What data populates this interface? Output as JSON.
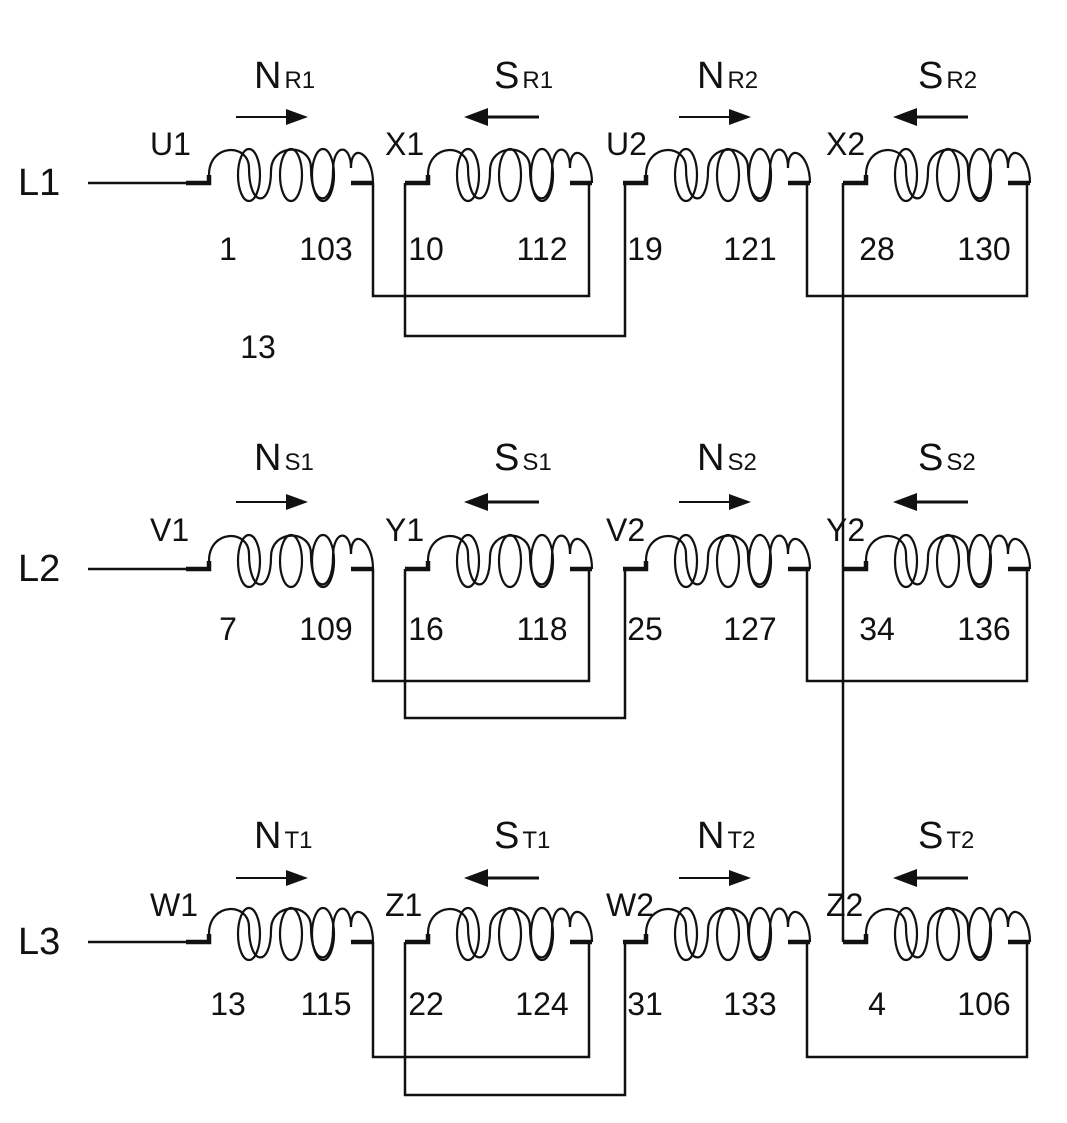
{
  "lines": [
    {
      "name": "L1"
    },
    {
      "name": "L2"
    },
    {
      "name": "L3"
    }
  ],
  "rows": [
    {
      "coils": [
        {
          "terminal": "U1",
          "pole": "N",
          "sub": "R1",
          "dir": "right",
          "start": "1",
          "end": "103"
        },
        {
          "terminal": "X1",
          "pole": "S",
          "sub": "R1",
          "dir": "left",
          "start": "10",
          "end": "112"
        },
        {
          "terminal": "U2",
          "pole": "N",
          "sub": "R2",
          "dir": "right",
          "start": "19",
          "end": "121"
        },
        {
          "terminal": "X2",
          "pole": "S",
          "sub": "R2",
          "dir": "left",
          "start": "28",
          "end": "130"
        }
      ]
    },
    {
      "coils": [
        {
          "terminal": "V1",
          "pole": "N",
          "sub": "S1",
          "dir": "right",
          "start": "7",
          "end": "109"
        },
        {
          "terminal": "Y1",
          "pole": "S",
          "sub": "S1",
          "dir": "left",
          "start": "16",
          "end": "118"
        },
        {
          "terminal": "V2",
          "pole": "N",
          "sub": "S2",
          "dir": "right",
          "start": "25",
          "end": "127"
        },
        {
          "terminal": "Y2",
          "pole": "S",
          "sub": "S2",
          "dir": "left",
          "start": "34",
          "end": "136"
        }
      ]
    },
    {
      "coils": [
        {
          "terminal": "W1",
          "pole": "N",
          "sub": "T1",
          "dir": "right",
          "start": "13",
          "end": "115"
        },
        {
          "terminal": "Z1",
          "pole": "S",
          "sub": "T1",
          "dir": "left",
          "start": "22",
          "end": "124"
        },
        {
          "terminal": "W2",
          "pole": "N",
          "sub": "T2",
          "dir": "right",
          "start": "31",
          "end": "133"
        },
        {
          "terminal": "Z2",
          "pole": "S",
          "sub": "T2",
          "dir": "left",
          "start": "4",
          "end": "106"
        }
      ]
    }
  ],
  "extra_label": "13"
}
